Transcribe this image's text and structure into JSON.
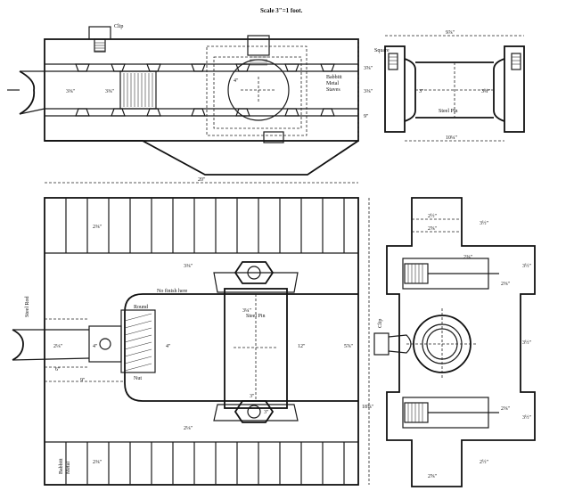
{
  "title": "Scale 3\"=1 foot.",
  "top_view": {
    "clip": "Clip",
    "babbitt": [
      "Babbitt",
      "Metal",
      "Staves"
    ],
    "dims": [
      "20\"",
      "3⅜\"",
      "3⅜\"",
      "4\"",
      "3⅝\"",
      "3⅜\"",
      "9\""
    ]
  },
  "pin_view": {
    "square": "Square",
    "steel_pin": "Steel Pin",
    "dims": [
      "9⅞\"",
      "10¼\"",
      "3\"",
      "3¾\""
    ]
  },
  "plan_view": {
    "no_finish": "No finish here",
    "round": "Round",
    "steel_pin": "Steel Pin",
    "steel_rod": "Steel Rod",
    "nut": "Nut",
    "babbitt": [
      "Babbitt",
      "Metal"
    ],
    "dims": [
      "2⅜\"",
      "3⅜\"",
      "5⅞\"",
      "3¼\"",
      "4\"",
      "2⅛\"",
      "4\"",
      "9\"",
      "3\"",
      "12\"",
      "2⅜\"",
      "2⅛\"",
      "6\"",
      "3\"",
      "18⅝\""
    ]
  },
  "end_view": {
    "clip": "Clip",
    "dims": [
      "2½\"",
      "2⅝\"",
      "3½\"",
      "2⅜\"",
      "3½\"",
      "2⅜\"",
      "3½\"",
      "2⅜\"",
      "3½\"",
      "2½\"",
      "2⅝\""
    ]
  }
}
